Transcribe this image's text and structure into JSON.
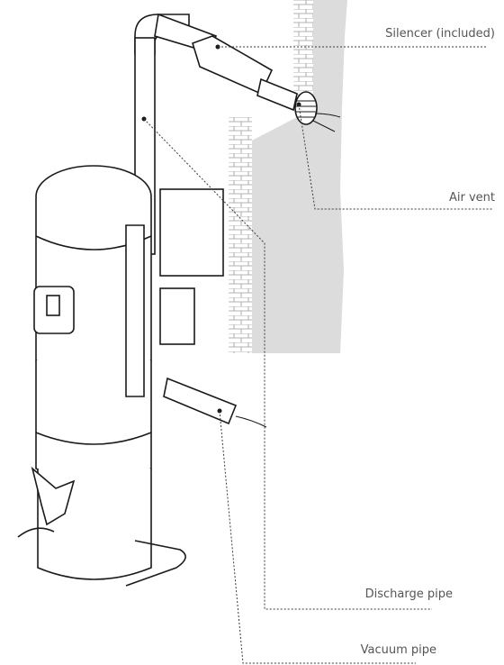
{
  "labels": {
    "silencer": "Silencer (included)",
    "air_vent": "Air vent",
    "discharge_pipe": "Discharge pipe",
    "vacuum_pipe": "Vacuum pipe"
  },
  "colors": {
    "wall": "#dcdcdc",
    "line": "#1a1a1a",
    "label": "#555555"
  }
}
